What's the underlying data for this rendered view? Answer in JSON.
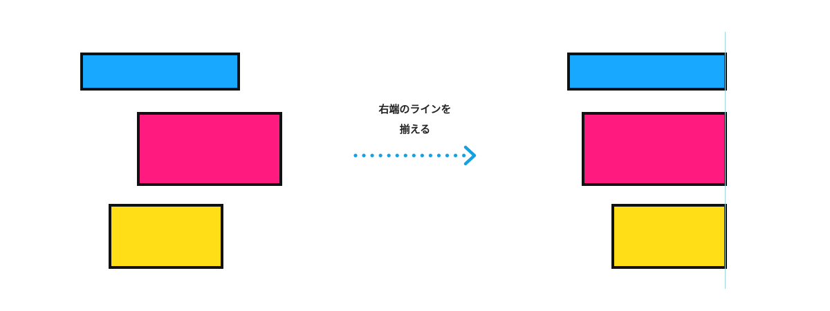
{
  "caption": {
    "line1": "右端のラインを",
    "line2": "揃える"
  },
  "colors": {
    "blue": "#18a8ff",
    "pink": "#ff1a80",
    "yellow": "#ffdd17",
    "outline": "#111111",
    "arrow": "#17a0e0",
    "guide": "#9ed8e2"
  },
  "icons": {
    "arrow": "dotted-right-arrow"
  }
}
